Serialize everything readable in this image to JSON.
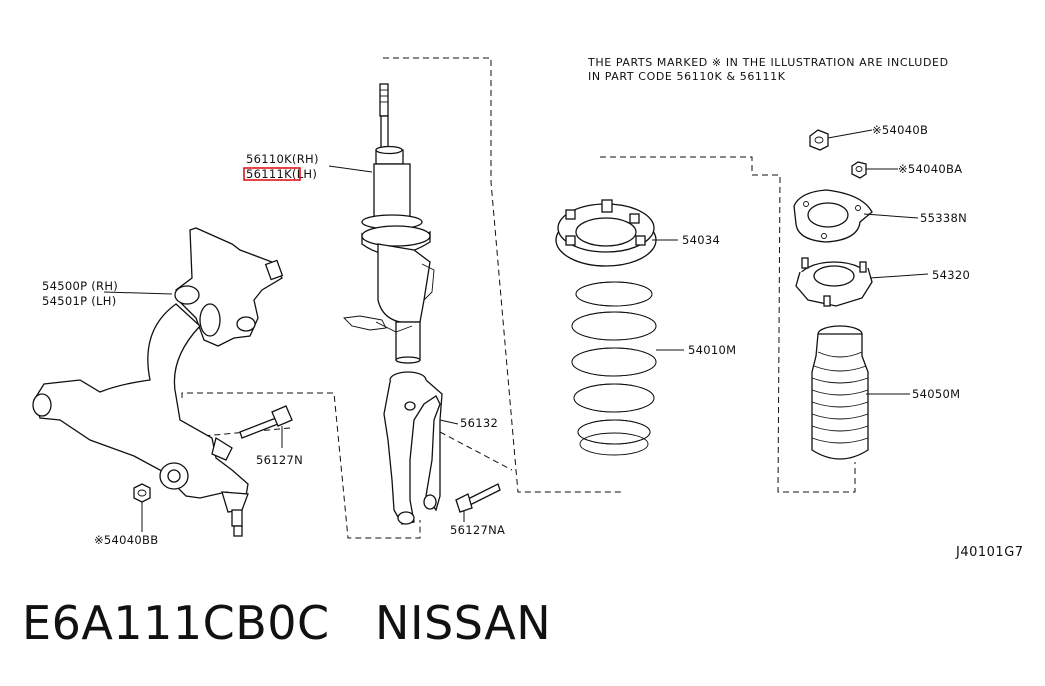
{
  "note": {
    "line1": "THE PARTS MARKED  ※  IN THE ILLUSTRATION ARE INCLUDED",
    "line2": "IN PART CODE 56110K & 56111K"
  },
  "labels": {
    "strut_rh": "56110K(RH)",
    "strut_lh": "56111K(LH)",
    "knuckle_rh": "54500P (RH)",
    "knuckle_lh": "54501P (LH)",
    "bolt_n": "56127N",
    "bolt_na": "56127NA",
    "nut_bb": "※54040BB",
    "fork": "56132",
    "spring_seat": "54034",
    "spring": "54010M",
    "nut_b": "※54040B",
    "nut_ba": "※54040BA",
    "plate": "55338N",
    "mount": "54320",
    "boot": "54050M",
    "figure_code": "J40101G7"
  },
  "highlight_color": "#e0141e",
  "caption": "E6A111CB0C   NISSAN"
}
